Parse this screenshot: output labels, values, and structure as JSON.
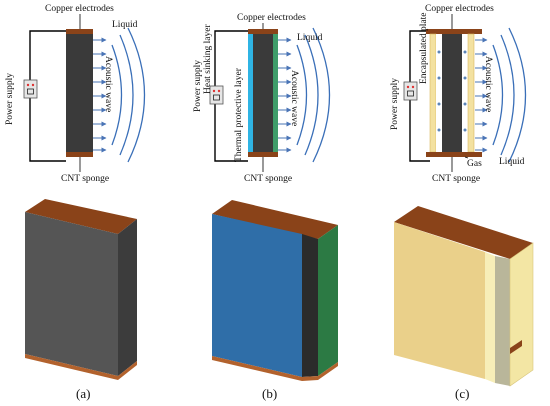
{
  "colors": {
    "copper": "#8a4319",
    "copper_light": "#b2622d",
    "cnt": "#3a3a3a",
    "cnt_side": "#2b2b2b",
    "arrow": "#4a74b6",
    "wave": "#3a6fb8",
    "heat_sink": "#2f6ea8",
    "protective": "#3f9d6a",
    "encapsulated": "#f3e1a0",
    "encap_face": "#ead08a",
    "gas_dot": "#5b84b8"
  },
  "panel_a": {
    "top_label": "Copper electrodes",
    "liquid_label": "Liquid",
    "power_label": "Power supply",
    "wave_label": "Acoustic wave",
    "bottom_label": "CNT sponge",
    "caption": "(a)"
  },
  "panel_b": {
    "top_label": "Copper electrodes",
    "heat_label": "Heat sinking layer",
    "liquid_label": "Liquid",
    "power_label": "Power supply",
    "thermal_label": "Thermal protective layer",
    "wave_label": "Acoustic wave",
    "bottom_label": "CNT sponge",
    "caption": "(b)"
  },
  "panel_c": {
    "top_label": "Copper electrodes",
    "encap_label": "Encapsulated plate",
    "power_label": "Power supply",
    "wave_label": "Acoustic wave",
    "gas_label": "Gas",
    "liquid_label": "Liquid",
    "bottom_label": "CNT sponge",
    "caption": "(c)"
  }
}
